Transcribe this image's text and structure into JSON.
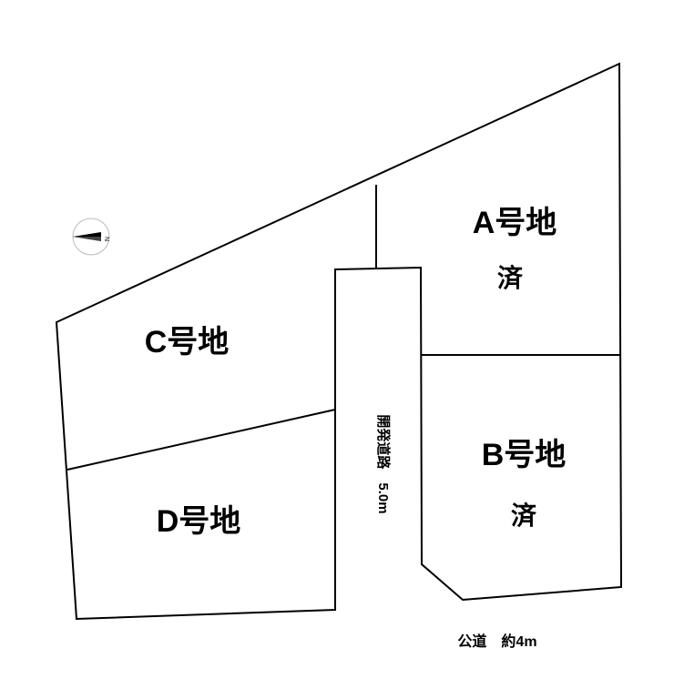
{
  "lots": {
    "a": {
      "name": "A号地",
      "status": "済"
    },
    "b": {
      "name": "B号地",
      "status": "済"
    },
    "c": {
      "name": "C号地"
    },
    "d": {
      "name": "D号地"
    }
  },
  "development_road": {
    "label": "開発道路　5.0m"
  },
  "public_road": {
    "label": "公道　約4m"
  },
  "compass": {
    "north_label": "N",
    "icon": "compass-north-arrow-icon"
  },
  "colors": {
    "line": "#000000",
    "background": "#ffffff"
  }
}
